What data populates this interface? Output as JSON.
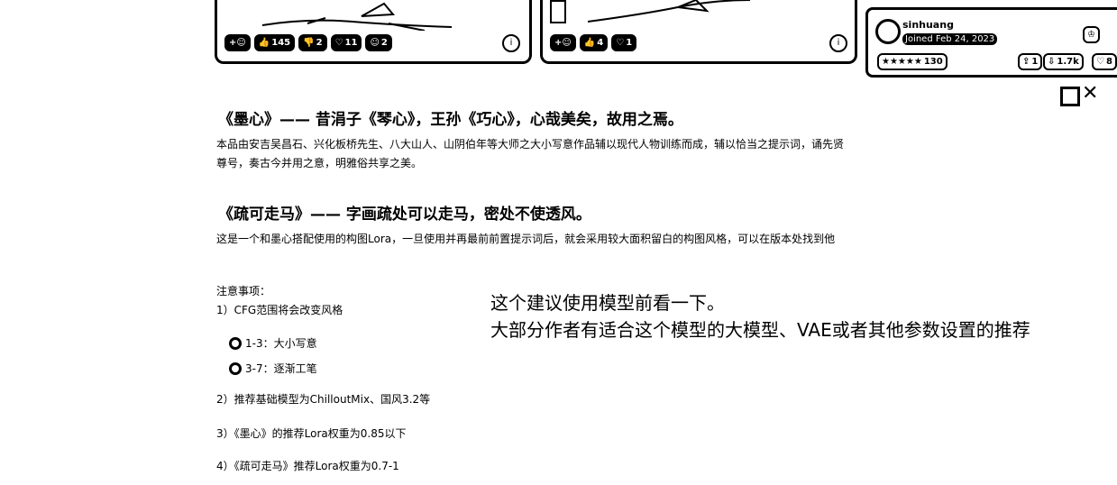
{
  "cards": [
    {
      "stats": [
        "145",
        "2",
        "11",
        "2"
      ],
      "extra_icon": "plus-icon"
    },
    {
      "stats": [
        "4",
        "1"
      ],
      "extra_icon": "plus-icon"
    }
  ],
  "author": {
    "name": "sinhuang",
    "joined": "Joined Feb 24, 2023",
    "rating_count": "130",
    "stat_a": "1",
    "stat_b": "1.7k",
    "stat_c": "8"
  },
  "sections": [
    {
      "title": "《墨心》—— 昔涓子《琴心》，王孙《巧心》，心哉美矣，故用之焉。",
      "body": "本品由安吉吴昌石、兴化板桥先生、八大山人、山阴伯年等大师之大小写意作品辅以现代人物训练而成，辅以恰当之提示词，诵先贤尊号，奏古今并用之意，明雅俗共享之美。"
    },
    {
      "title": "《疏可走马》—— 字画疏处可以走马，密处不使透风。",
      "body": "这是一个和墨心搭配使用的构图Lora，一旦使用并再最前前置提示词后，就会采用较大面积留白的构图风格，可以在版本处找到他"
    }
  ],
  "notes": {
    "heading": "注意事项：",
    "item1": "1）CFG范围将会改变风格",
    "sub1": "1-3：大小写意",
    "sub2": "3-7：逐渐工笔",
    "item2": "2）推荐基础模型为ChilloutMix、国风3.2等",
    "item3": "3）《墨心》的推荐Lora权重为0.85以下",
    "item4": "4）《疏可走马》推荐Lora权重为0.7-1"
  },
  "overlay": {
    "line1": "这个建议使用模型前看一下。",
    "line2": "大部分作者有适合这个模型的大模型、VAE或者其他参数设置的推荐"
  }
}
